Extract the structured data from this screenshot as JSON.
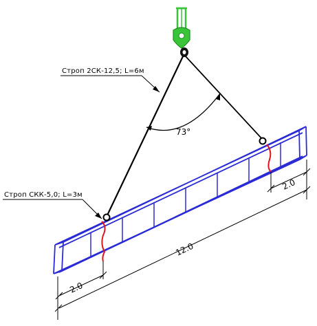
{
  "diagram": {
    "labels": {
      "upper_sling": "Строп 2СК-12,5; L=6м",
      "lower_sling": "Строп СКК-5,0; L=3м",
      "angle": "73°",
      "dim_total": "12.0",
      "dim_left": "2.0",
      "dim_right": "2.0"
    },
    "colors": {
      "beam": "#2b2bd6",
      "hook": "#39c43a",
      "wrap": "#e0141e",
      "line": "#000000"
    }
  }
}
